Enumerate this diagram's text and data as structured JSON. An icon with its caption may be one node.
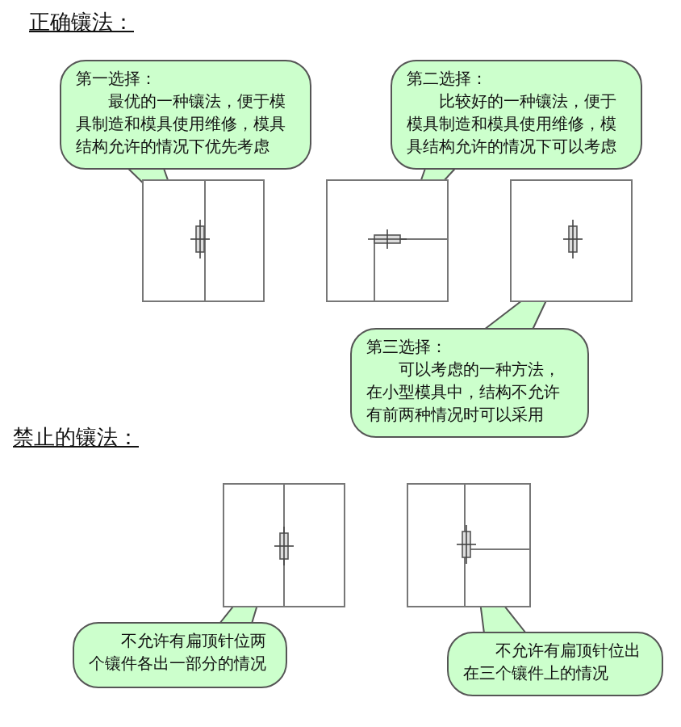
{
  "diagram": {
    "nodes": [
      {
        "text": [
          "第一选择：",
          "最优的一种镶法，便于模具制造和模具使用维修，模具结构允许的情况下优先考虑"
        ]
      },
      {
        "text": [
          "第二选择：",
          "比较好的一种镶法，便于模具制造和模具使用维修，模具结构允许的情况下可以考虑"
        ]
      },
      {
        "text": [],
        "shape": "box"
      },
      {
        "text": [],
        "shape": "box"
      },
      {
        "text": [],
        "shape": "box"
      },
      {
        "text": [
          "第三选择：",
          "可以考虑的一种方法，在小型模具中，结构不允许有前两种情况时可以采用"
        ]
      },
      {
        "text": [],
        "shape": "box"
      },
      {
        "text": [],
        "shape": "box"
      },
      {
        "text": [
          "不允许有扁顶针位两个镶件各出一部分的情况"
        ]
      },
      {
        "text": [
          "不允许有扁顶针位出在三个镶件上的情况"
        ]
      }
    ],
    "edges": [
      {
        "from": 0,
        "to": 2,
        "arrow": "to"
      },
      {
        "from": 1,
        "to": 3,
        "arrow": "to"
      },
      {
        "from": 5,
        "to": 4,
        "arrow": "to"
      },
      {
        "from": 8,
        "to": 6,
        "arrow": "to"
      },
      {
        "from": 9,
        "to": 7,
        "arrow": "to"
      }
    ],
    "labels": [
      "正确镶法：",
      "禁止的镶法："
    ]
  }
}
